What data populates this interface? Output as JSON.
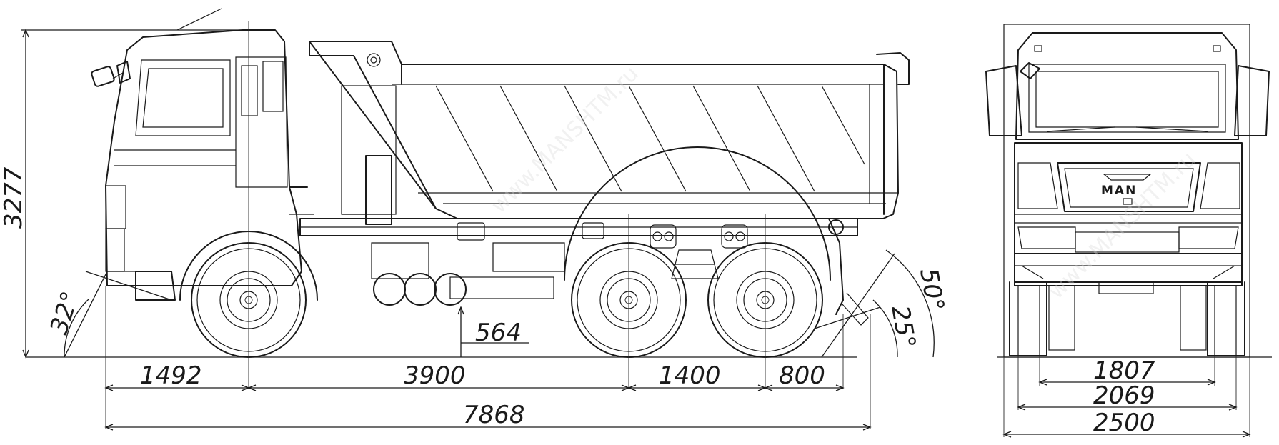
{
  "watermark": "www.MANSHTM.ru",
  "brand_badge": "MAN",
  "side_view": {
    "height": "3277",
    "approach_angle": "32°",
    "departure_angle_top": "50°",
    "departure_angle_low": "25°",
    "ground_clearance": "564",
    "front_overhang": "1492",
    "wheelbase_front": "3900",
    "axle_spacing": "1400",
    "rear_overhang": "800",
    "overall_length": "7868"
  },
  "front_view": {
    "track": "1807",
    "wheel_width": "2069",
    "overall_width": "2500"
  }
}
